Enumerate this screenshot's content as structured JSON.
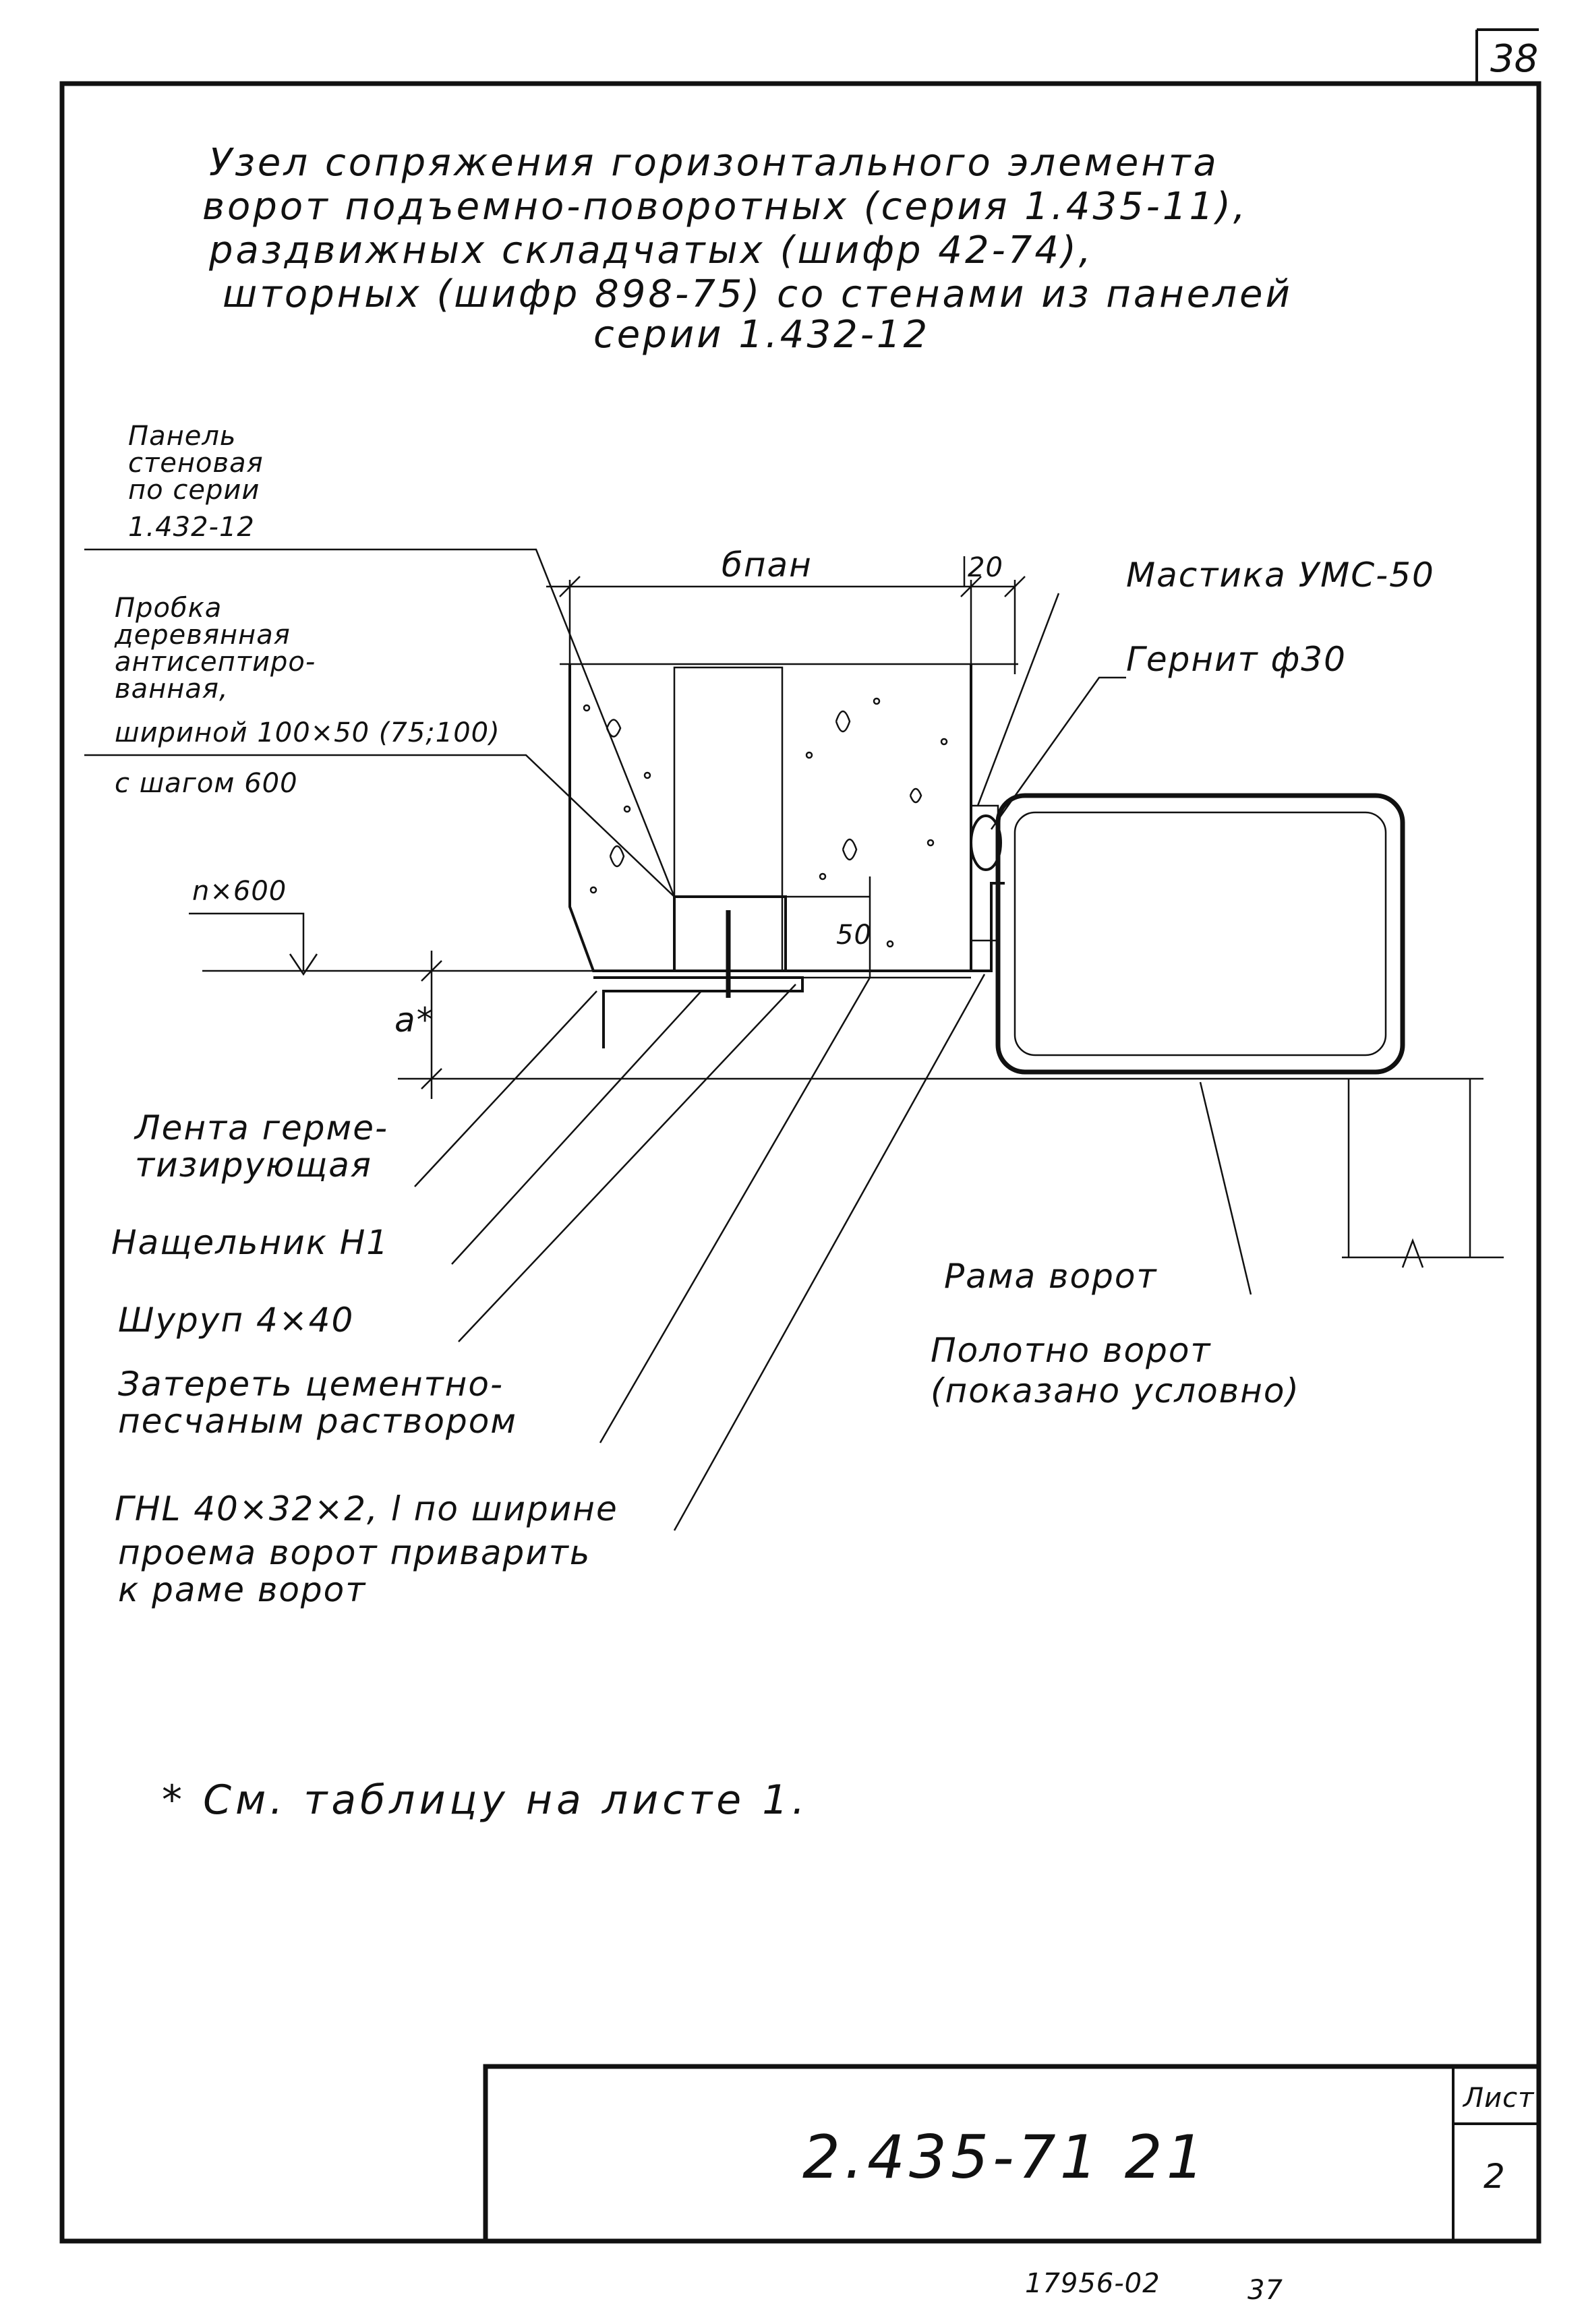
{
  "corner_mark": "38",
  "title": {
    "lines": [
      "Узел сопряжения горизонтального элемента",
      "ворот подъемно-поворотных (серия 1.435-11),",
      "раздвижных складчатых (шифр 42-74),",
      "шторных (шифр 898-75) со стенами из панелей",
      "серии 1.432-12"
    ]
  },
  "labels": {
    "panel": [
      "Панель",
      "стеновая",
      "по серии",
      "1.432-12"
    ],
    "plug": [
      "Пробка",
      "деревянная",
      "антисептиро-",
      "ванная,",
      "шириной 100×50 (75;100)"
    ],
    "plug_step": "с шагом 600",
    "n600": "n×600",
    "a_dim": "a*",
    "b_pan": "бпан",
    "dim_20": "20",
    "dim_50": "50",
    "mastic": "Мастика УМС-50",
    "gernit": "Гернит ф30",
    "tape": [
      "Лента герме-",
      "тизирующая"
    ],
    "nashch": "Нащельник Н1",
    "screw": "Шуруп 4×40",
    "cement": [
      "Затереть цементно-",
      "песчаным раствором"
    ],
    "angle": "ГНL 40×32×2, l по ширине",
    "angle_note": [
      "проема ворот приварить",
      "к раме ворот"
    ],
    "frame": "Рама ворот",
    "leaf": [
      "Полотно ворот",
      "(показано условно)"
    ]
  },
  "footnote": "* См. таблицу на листе 1.",
  "stamp": {
    "code": "2.435-71 21",
    "sheet_label": "Лист",
    "sheet_number": "2"
  },
  "bottom_code": "17956-02",
  "bottom_page": "37"
}
